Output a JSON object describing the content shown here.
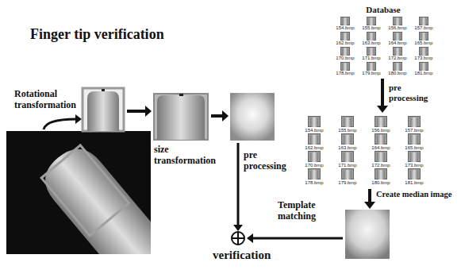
{
  "diagram": {
    "title": "Finger tip verification",
    "nodes": [
      {
        "text": [
          "Database"
        ]
      },
      {
        "text": [
          "154.bmp"
        ],
        "in": 0
      },
      {
        "text": [
          "155.bmp"
        ],
        "in": 0
      },
      {
        "text": [
          "156.bmp"
        ],
        "in": 0
      },
      {
        "text": [
          "157.bmp"
        ],
        "in": 0
      },
      {
        "text": [
          "162.bmp"
        ],
        "in": 0
      },
      {
        "text": [
          "163.bmp"
        ],
        "in": 0
      },
      {
        "text": [
          "164.bmp"
        ],
        "in": 0
      },
      {
        "text": [
          "165.bmp"
        ],
        "in": 0
      },
      {
        "text": [
          "170.bmp"
        ],
        "in": 0
      },
      {
        "text": [
          "171.bmp"
        ],
        "in": 0
      },
      {
        "text": [
          "172.bmp"
        ],
        "in": 0
      },
      {
        "text": [
          "173.bmp"
        ],
        "in": 0
      },
      {
        "text": [
          "178.bmp"
        ],
        "in": 0
      },
      {
        "text": [
          "179.bmp"
        ],
        "in": 0
      },
      {
        "text": [
          "180.bmp"
        ],
        "in": 0
      },
      {
        "text": [
          "181.bmp"
        ],
        "in": 0
      },
      {
        "text": [
          "154.bmp"
        ]
      },
      {
        "text": [
          "155.bmp"
        ]
      },
      {
        "text": [
          "156.bmp"
        ]
      },
      {
        "text": [
          "157.bmp"
        ]
      },
      {
        "text": [
          "162.bmp"
        ]
      },
      {
        "text": [
          "163.bmp"
        ]
      },
      {
        "text": [
          "164.bmp"
        ]
      },
      {
        "text": [
          "165.bmp"
        ]
      },
      {
        "text": [
          "170.bmp"
        ]
      },
      {
        "text": [
          "171.bmp"
        ]
      },
      {
        "text": [
          "172.bmp"
        ]
      },
      {
        "text": [
          "173.bmp"
        ]
      },
      {
        "text": [
          "178.bmp"
        ]
      },
      {
        "text": [
          "179.bmp"
        ]
      },
      {
        "text": [
          "180.bmp"
        ]
      },
      {
        "text": [
          "181.bmp"
        ]
      }
    ],
    "labels": [
      "Rotational transformation",
      "size transformation",
      "pre processing",
      "Template matching",
      "verification",
      "pre processing",
      "Create median image"
    ]
  }
}
